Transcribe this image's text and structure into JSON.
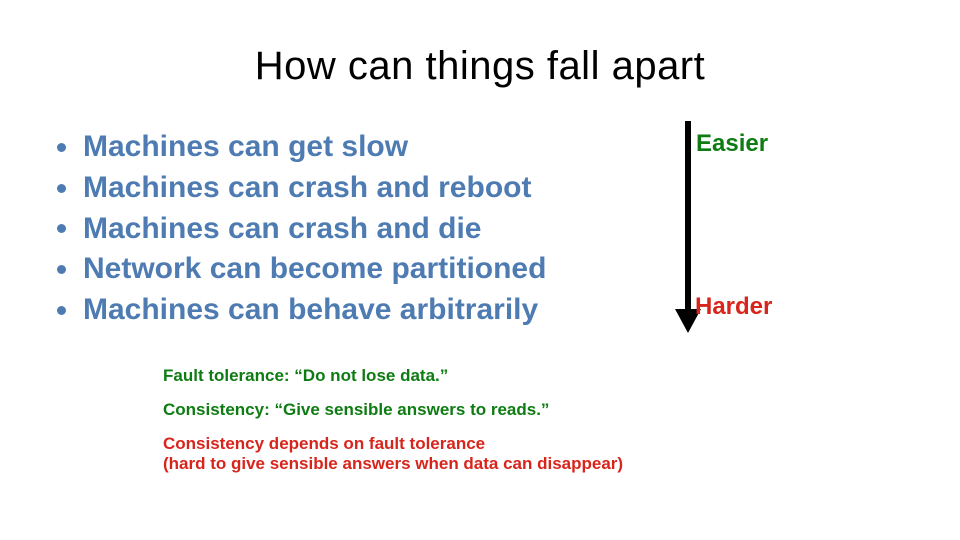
{
  "slide": {
    "title": "How can things fall apart",
    "bullets": [
      "Machines can get slow",
      "Machines can crash and reboot",
      "Machines can crash and die",
      "Network can become partitioned",
      "Machines can behave arbitrarily"
    ],
    "scale": {
      "top_label": "Easier",
      "bottom_label": "Harder",
      "arrow_icon": "down-arrow-icon"
    },
    "notes": [
      {
        "text": "Fault tolerance: “Do not lose data.”",
        "color": "green"
      },
      {
        "text": "Consistency: “Give sensible answers to reads.”",
        "color": "green"
      },
      {
        "text": "Consistency depends on fault tolerance",
        "color": "red"
      },
      {
        "text": "(hard to give sensible answers when data can disappear)",
        "color": "red"
      }
    ],
    "colors": {
      "background": "#ffffff",
      "title": "#000000",
      "bullet_text": "#4e7cb2",
      "green": "#0e7c12",
      "red": "#d8251c",
      "arrow": "#000000"
    }
  }
}
